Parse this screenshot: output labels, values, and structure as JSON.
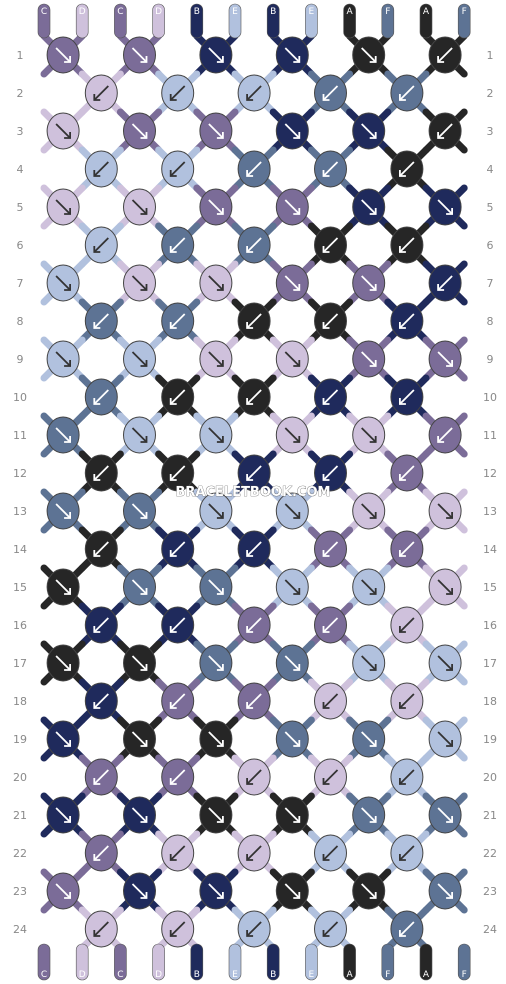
{
  "watermark": "BRACELETBOOK.COM",
  "colors": {
    "C": "#7b6c98",
    "D": "#cfc1dc",
    "B": "#1f2a5c",
    "E": "#b1c1de",
    "A": "#262626",
    "F": "#5d7394"
  },
  "strings_top": [
    "C",
    "D",
    "C",
    "D",
    "B",
    "E",
    "B",
    "E",
    "A",
    "F",
    "A",
    "F"
  ],
  "strings_bottom": [
    "C",
    "D",
    "C",
    "D",
    "B",
    "E",
    "B",
    "E",
    "A",
    "F",
    "A",
    "F"
  ],
  "row_numbers": [
    "1",
    "2",
    "3",
    "4",
    "5",
    "6",
    "7",
    "8",
    "9",
    "10",
    "11",
    "12",
    "13",
    "14",
    "15",
    "16",
    "17",
    "18",
    "19",
    "20",
    "21",
    "22",
    "23",
    "24"
  ],
  "knots": [
    [
      {
        "c": "C",
        "d": "dr"
      },
      {
        "c": "C",
        "d": "dr"
      },
      {
        "c": "B",
        "d": "dr"
      },
      {
        "c": "B",
        "d": "dr"
      },
      {
        "c": "A",
        "d": "dr"
      },
      {
        "c": "A",
        "d": "dl"
      }
    ],
    [
      {
        "c": "D",
        "d": "dl"
      },
      {
        "c": "E",
        "d": "dl"
      },
      {
        "c": "E",
        "d": "dl"
      },
      {
        "c": "F",
        "d": "dl"
      },
      {
        "c": "F",
        "d": "dl"
      }
    ],
    [
      {
        "c": "D",
        "d": "dr"
      },
      {
        "c": "C",
        "d": "dr"
      },
      {
        "c": "C",
        "d": "dr"
      },
      {
        "c": "B",
        "d": "dr"
      },
      {
        "c": "B",
        "d": "dr"
      },
      {
        "c": "A",
        "d": "dl"
      }
    ],
    [
      {
        "c": "E",
        "d": "dl"
      },
      {
        "c": "E",
        "d": "dl"
      },
      {
        "c": "F",
        "d": "dl"
      },
      {
        "c": "F",
        "d": "dl"
      },
      {
        "c": "A",
        "d": "dl"
      }
    ],
    [
      {
        "c": "D",
        "d": "dr"
      },
      {
        "c": "D",
        "d": "dr"
      },
      {
        "c": "C",
        "d": "dr"
      },
      {
        "c": "C",
        "d": "dr"
      },
      {
        "c": "B",
        "d": "dr"
      },
      {
        "c": "B",
        "d": "dr"
      }
    ],
    [
      {
        "c": "E",
        "d": "dl"
      },
      {
        "c": "F",
        "d": "dl"
      },
      {
        "c": "F",
        "d": "dl"
      },
      {
        "c": "A",
        "d": "dl"
      },
      {
        "c": "A",
        "d": "dl"
      }
    ],
    [
      {
        "c": "E",
        "d": "dr"
      },
      {
        "c": "D",
        "d": "dr"
      },
      {
        "c": "D",
        "d": "dr"
      },
      {
        "c": "C",
        "d": "dr"
      },
      {
        "c": "C",
        "d": "dr"
      },
      {
        "c": "B",
        "d": "dl"
      }
    ],
    [
      {
        "c": "F",
        "d": "dl"
      },
      {
        "c": "F",
        "d": "dl"
      },
      {
        "c": "A",
        "d": "dl"
      },
      {
        "c": "A",
        "d": "dl"
      },
      {
        "c": "B",
        "d": "dl"
      }
    ],
    [
      {
        "c": "E",
        "d": "dr"
      },
      {
        "c": "E",
        "d": "dr"
      },
      {
        "c": "D",
        "d": "dr"
      },
      {
        "c": "D",
        "d": "dr"
      },
      {
        "c": "C",
        "d": "dr"
      },
      {
        "c": "C",
        "d": "dr"
      }
    ],
    [
      {
        "c": "F",
        "d": "dl"
      },
      {
        "c": "A",
        "d": "dl"
      },
      {
        "c": "A",
        "d": "dl"
      },
      {
        "c": "B",
        "d": "dl"
      },
      {
        "c": "B",
        "d": "dl"
      }
    ],
    [
      {
        "c": "F",
        "d": "dr"
      },
      {
        "c": "E",
        "d": "dr"
      },
      {
        "c": "E",
        "d": "dr"
      },
      {
        "c": "D",
        "d": "dr"
      },
      {
        "c": "D",
        "d": "dr"
      },
      {
        "c": "C",
        "d": "dl"
      }
    ],
    [
      {
        "c": "A",
        "d": "dl"
      },
      {
        "c": "A",
        "d": "dl"
      },
      {
        "c": "B",
        "d": "dl"
      },
      {
        "c": "B",
        "d": "dl"
      },
      {
        "c": "C",
        "d": "dl"
      }
    ],
    [
      {
        "c": "F",
        "d": "dr"
      },
      {
        "c": "F",
        "d": "dr"
      },
      {
        "c": "E",
        "d": "dr"
      },
      {
        "c": "E",
        "d": "dr"
      },
      {
        "c": "D",
        "d": "dr"
      },
      {
        "c": "D",
        "d": "dr"
      }
    ],
    [
      {
        "c": "A",
        "d": "dl"
      },
      {
        "c": "B",
        "d": "dl"
      },
      {
        "c": "B",
        "d": "dl"
      },
      {
        "c": "C",
        "d": "dl"
      },
      {
        "c": "C",
        "d": "dl"
      }
    ],
    [
      {
        "c": "A",
        "d": "dr"
      },
      {
        "c": "F",
        "d": "dr"
      },
      {
        "c": "F",
        "d": "dr"
      },
      {
        "c": "E",
        "d": "dr"
      },
      {
        "c": "E",
        "d": "dr"
      },
      {
        "c": "D",
        "d": "dr"
      }
    ],
    [
      {
        "c": "B",
        "d": "dl"
      },
      {
        "c": "B",
        "d": "dl"
      },
      {
        "c": "C",
        "d": "dl"
      },
      {
        "c": "C",
        "d": "dl"
      },
      {
        "c": "D",
        "d": "dl"
      }
    ],
    [
      {
        "c": "A",
        "d": "dr"
      },
      {
        "c": "A",
        "d": "dr"
      },
      {
        "c": "F",
        "d": "dr"
      },
      {
        "c": "F",
        "d": "dr"
      },
      {
        "c": "E",
        "d": "dr"
      },
      {
        "c": "E",
        "d": "dr"
      }
    ],
    [
      {
        "c": "B",
        "d": "dl"
      },
      {
        "c": "C",
        "d": "dl"
      },
      {
        "c": "C",
        "d": "dl"
      },
      {
        "c": "D",
        "d": "dl"
      },
      {
        "c": "D",
        "d": "dl"
      }
    ],
    [
      {
        "c": "B",
        "d": "dr"
      },
      {
        "c": "A",
        "d": "dr"
      },
      {
        "c": "A",
        "d": "dr"
      },
      {
        "c": "F",
        "d": "dr"
      },
      {
        "c": "F",
        "d": "dr"
      },
      {
        "c": "E",
        "d": "dr"
      }
    ],
    [
      {
        "c": "C",
        "d": "dl"
      },
      {
        "c": "C",
        "d": "dl"
      },
      {
        "c": "D",
        "d": "dl"
      },
      {
        "c": "D",
        "d": "dl"
      },
      {
        "c": "E",
        "d": "dl"
      }
    ],
    [
      {
        "c": "B",
        "d": "dr"
      },
      {
        "c": "B",
        "d": "dr"
      },
      {
        "c": "A",
        "d": "dr"
      },
      {
        "c": "A",
        "d": "dr"
      },
      {
        "c": "F",
        "d": "dr"
      },
      {
        "c": "F",
        "d": "dr"
      }
    ],
    [
      {
        "c": "C",
        "d": "dl"
      },
      {
        "c": "D",
        "d": "dl"
      },
      {
        "c": "D",
        "d": "dl"
      },
      {
        "c": "E",
        "d": "dl"
      },
      {
        "c": "E",
        "d": "dl"
      }
    ],
    [
      {
        "c": "C",
        "d": "dr"
      },
      {
        "c": "B",
        "d": "dr"
      },
      {
        "c": "B",
        "d": "dr"
      },
      {
        "c": "A",
        "d": "dr"
      },
      {
        "c": "A",
        "d": "dr"
      },
      {
        "c": "F",
        "d": "dr"
      }
    ],
    [
      {
        "c": "D",
        "d": "dl"
      },
      {
        "c": "D",
        "d": "dl"
      },
      {
        "c": "E",
        "d": "dl"
      },
      {
        "c": "E",
        "d": "dl"
      },
      {
        "c": "F",
        "d": "dl"
      }
    ]
  ]
}
